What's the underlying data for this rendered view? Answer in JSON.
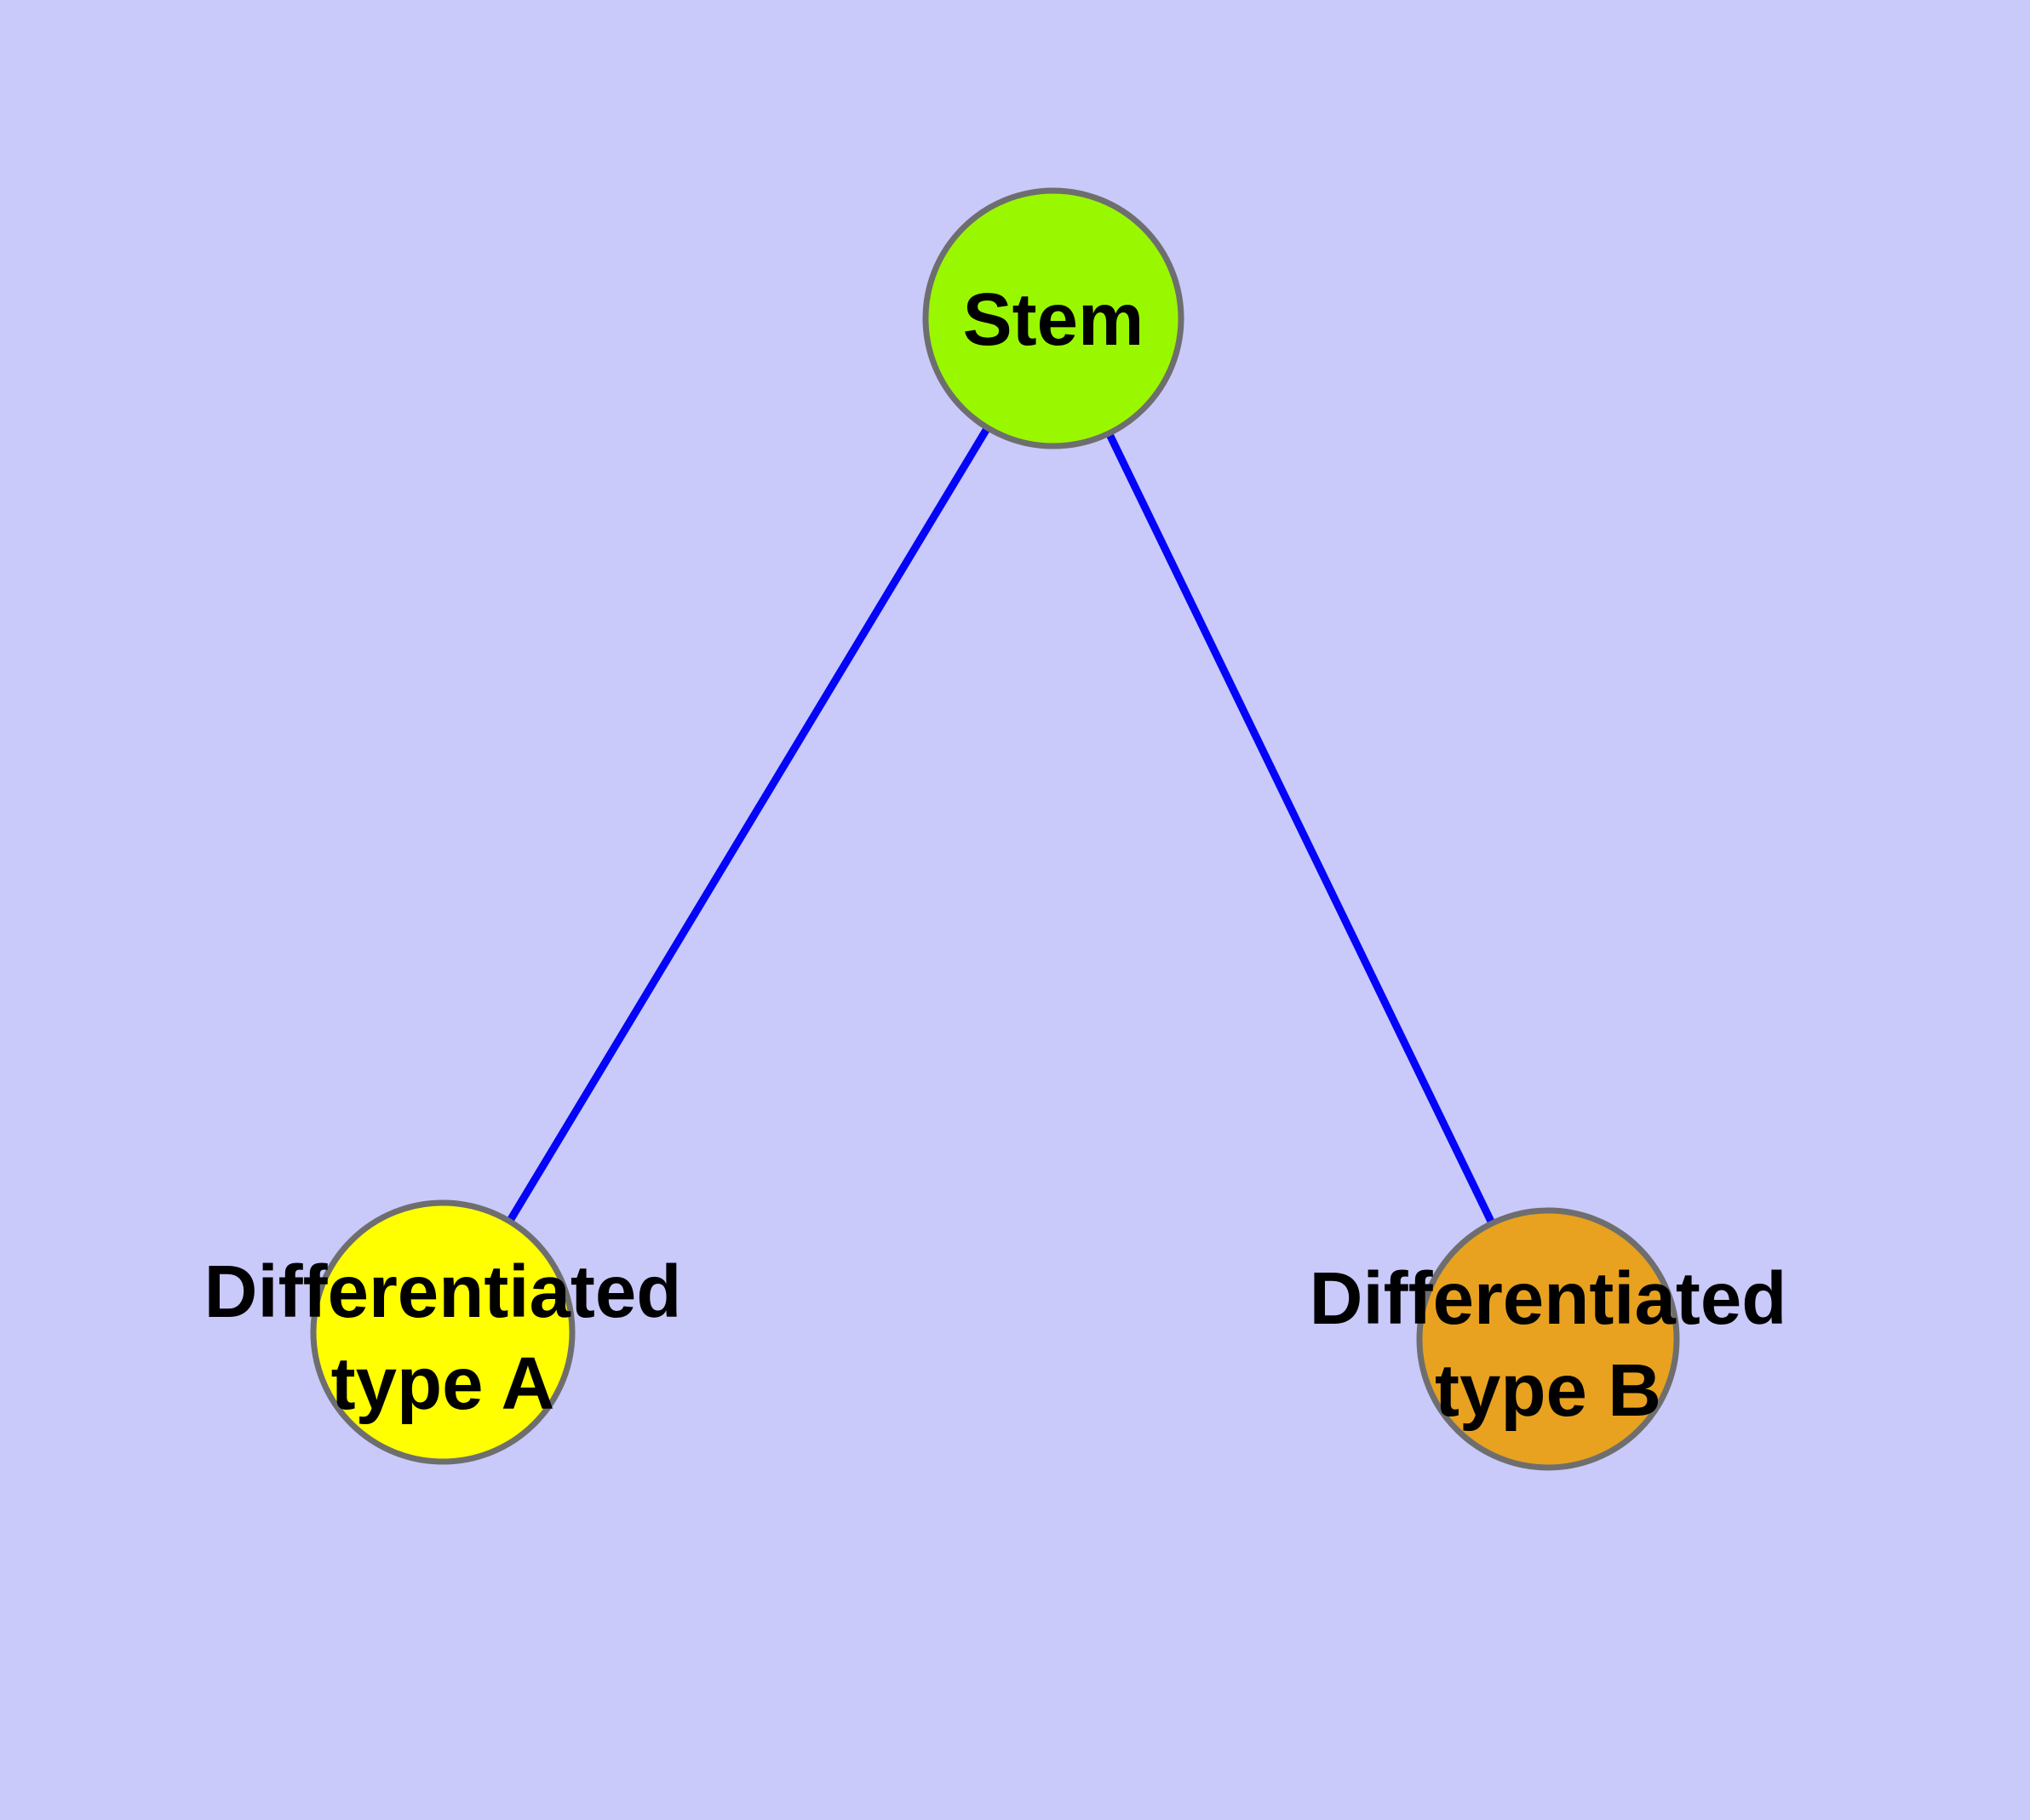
{
  "diagram": {
    "background_color": "#c9c9fa",
    "edge_color": "#0404f8",
    "node_border_color": "#6e6e6e",
    "label_color": "#000000",
    "nodes": [
      {
        "id": "stem",
        "label": "Stem",
        "fill": "#99f800"
      },
      {
        "id": "differentiated-type-a",
        "label": "Differentiated type A",
        "label_line1": "Differentiated",
        "label_line2": "type A",
        "fill": "#ffff00"
      },
      {
        "id": "differentiated-type-b",
        "label": "Differentiated type B",
        "label_line1": "Differentiated",
        "label_line2": "type B",
        "fill": "#e8a220"
      }
    ],
    "edges": [
      {
        "from": "Stem",
        "to": "Differentiated type A"
      },
      {
        "from": "Stem",
        "to": "Differentiated type B"
      }
    ]
  }
}
